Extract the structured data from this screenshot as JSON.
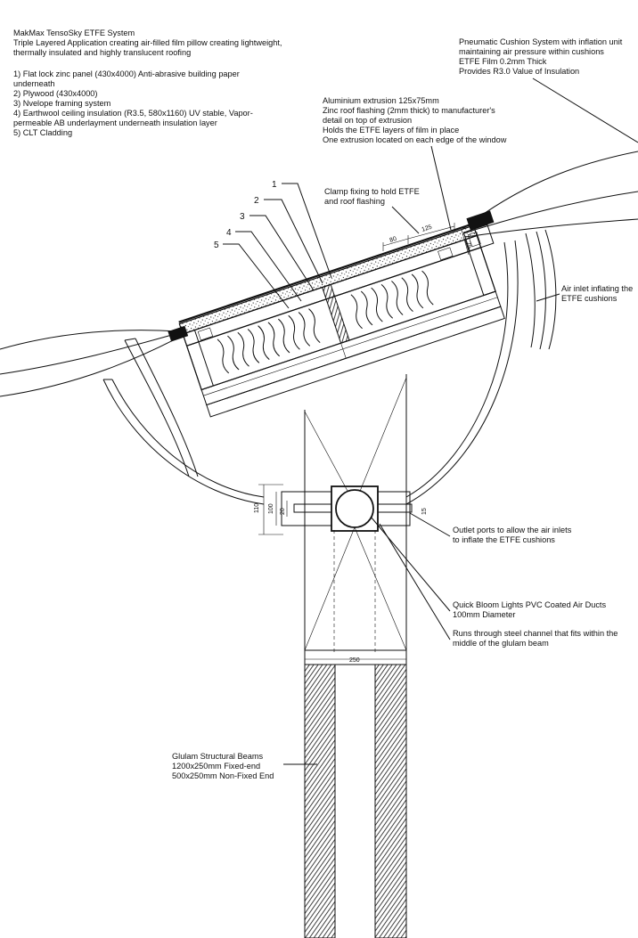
{
  "notes": {
    "system": {
      "lines": [
        "MakMax TensoSky ETFE System",
        "Triple Layered Application creating air-filled film pillow creating lightweight,",
        "thermally insulated and highly translucent roofing"
      ]
    },
    "layers": {
      "lines": [
        "1) Flat lock zinc panel (430x4000) Anti-abrasive building paper",
        "underneath",
        "2) Plywood (430x4000)",
        "3) Nvelope framing system",
        "4) Earthwool ceiling insulation (R3.5, 580x1160) UV stable, Vapor-",
        "permeable AB underlayment underneath insulation layer",
        "5) CLT Cladding"
      ]
    },
    "pneumatic": {
      "lines": [
        "Pneumatic Cushion System with inflation unit",
        "maintaining air pressure within cushions",
        "ETFE Film 0.2mm Thick",
        "Provides R3.0 Value of Insulation"
      ]
    },
    "extrusion": {
      "lines": [
        "Aluminium extrusion 125x75mm",
        "Zinc roof flashing (2mm thick) to manufacturer's",
        "detail on top of extrusion",
        "Holds the ETFE layers of film in place",
        "One extrusion located on each edge of the window"
      ]
    },
    "clamp": {
      "lines": [
        "Clamp fixing to hold ETFE",
        "and roof flashing"
      ]
    },
    "air_inlet": {
      "lines": [
        "Air inlet inflating the",
        "ETFE cushions"
      ]
    },
    "outlet": {
      "lines": [
        "Outlet ports to allow the air inlets",
        "to inflate the ETFE cushions"
      ]
    },
    "ducts": {
      "lines": [
        "Quick Bloom Lights PVC Coated Air Ducts",
        "100mm Diameter"
      ]
    },
    "steel_channel": {
      "lines": [
        "Runs through steel channel that fits within the",
        "middle of the glulam beam"
      ]
    },
    "glulam": {
      "lines": [
        "Glulam Structural Beams",
        "1200x250mm Fixed-end",
        "500x250mm Non-Fixed End"
      ]
    }
  },
  "callouts": [
    "1",
    "2",
    "3",
    "4",
    "5"
  ],
  "dimensions": {
    "d80": "80",
    "d125": "125",
    "d75": "75",
    "d110": "110",
    "d100": "100",
    "d20": "20",
    "d15": "15",
    "d250": "250"
  }
}
